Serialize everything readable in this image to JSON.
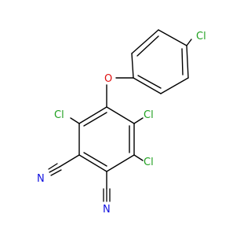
{
  "molecule": {
    "colors": {
      "bond": "#000000",
      "chlorine": "#1fa01f",
      "oxygen": "#e01010",
      "nitrogen": "#1010e0"
    },
    "labels": {
      "cl_top": "Cl",
      "o_ether": "O",
      "cl_left": "Cl",
      "cl_right_upper": "Cl",
      "cl_right_lower": "Cl",
      "n_left": "N",
      "n_bottom": "N"
    }
  }
}
